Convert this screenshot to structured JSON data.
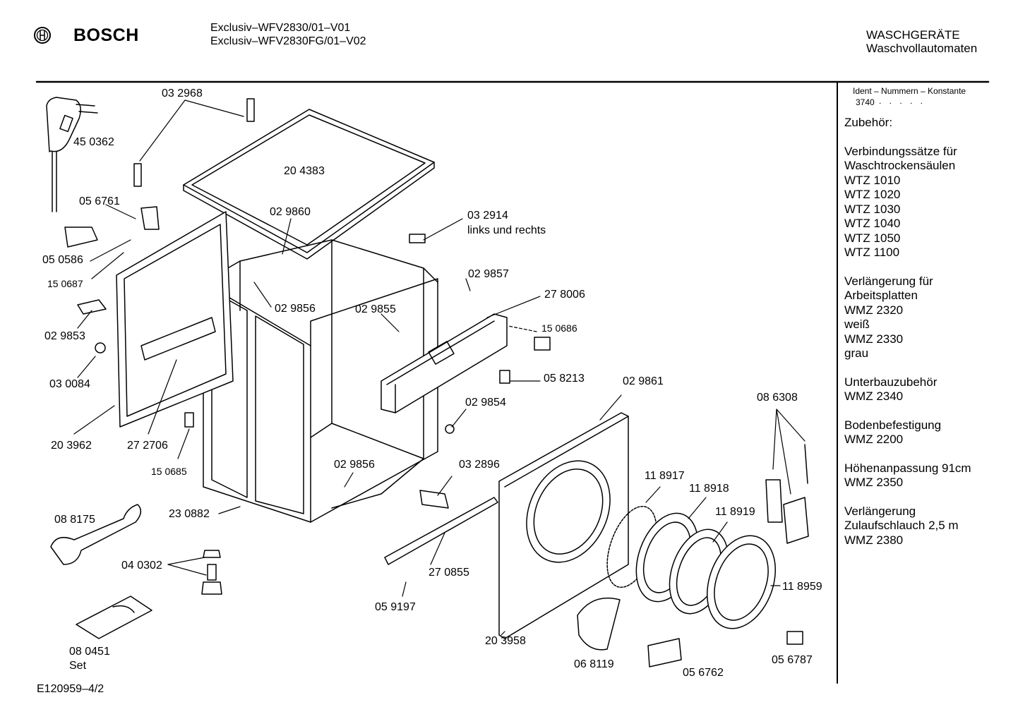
{
  "header": {
    "brand": "BOSCH",
    "models": [
      "Exclusiv–WFV2830/01–V01",
      "Exclusiv–WFV2830FG/01–V02"
    ],
    "category": "WASCHGERÄTE",
    "subcategory": "Waschvollautomaten"
  },
  "sidebar": {
    "ident_label": "Ident – Nummern – Konstante",
    "ident_value": "3740",
    "groups": [
      {
        "lines": [
          "Zubehör:"
        ]
      },
      {
        "lines": [
          "Verbindungssätze für",
          "Waschtrockensäulen",
          "WTZ 1010",
          "WTZ 1020",
          "WTZ 1030",
          "WTZ 1040",
          "WTZ 1050",
          "WTZ 1100"
        ]
      },
      {
        "lines": [
          "Verlängerung für",
          "Arbeitsplatten",
          "WMZ 2320",
          "weiß",
          "WMZ 2330",
          "grau"
        ]
      },
      {
        "lines": [
          "Unterbauzubehör",
          "WMZ 2340"
        ]
      },
      {
        "lines": [
          "Bodenbefestigung",
          "WMZ 2200"
        ]
      },
      {
        "lines": [
          "Höhenanpassung  91cm",
          "WMZ 2350"
        ]
      },
      {
        "lines": [
          "Verlängerung",
          "Zulaufschlauch 2,5 m",
          "WMZ 2380"
        ]
      }
    ]
  },
  "parts": {
    "p032968": "03 2968",
    "p450362": "45 0362",
    "p204383": "20 4383",
    "p056761": "05 6761",
    "p029860": "02 9860",
    "p032914": "03 2914",
    "p032914_note": "links und rechts",
    "p050586": "05 0586",
    "p150687": "15 0687",
    "p029857": "02 9857",
    "p278006": "27 8006",
    "p029856a": "02 9856",
    "p029855": "02 9855",
    "p150686": "15 0686",
    "p029853": "02 9853",
    "p030084": "03 0084",
    "p058213": "05 8213",
    "p029861": "02 9861",
    "p029854": "02 9854",
    "p086308": "08 6308",
    "p203962": "20 3962",
    "p272706": "27 2706",
    "p150685": "15 0685",
    "p029856b": "02 9856",
    "p032896": "03 2896",
    "p118917": "11 8917",
    "p118918": "11 8918",
    "p118919": "11 8919",
    "p088175": "08 8175",
    "p230882": "23 0882",
    "p040302": "04 0302",
    "p270855": "27 0855",
    "p118959": "11 8959",
    "p059197": "05 9197",
    "p203958": "20 3958",
    "p080451": "08  0451",
    "p080451_note": "Set",
    "p068119": "06 8119",
    "p056762": "05 6762",
    "p056787": "05 6787"
  },
  "footer": {
    "code": "E120959–4/2"
  }
}
